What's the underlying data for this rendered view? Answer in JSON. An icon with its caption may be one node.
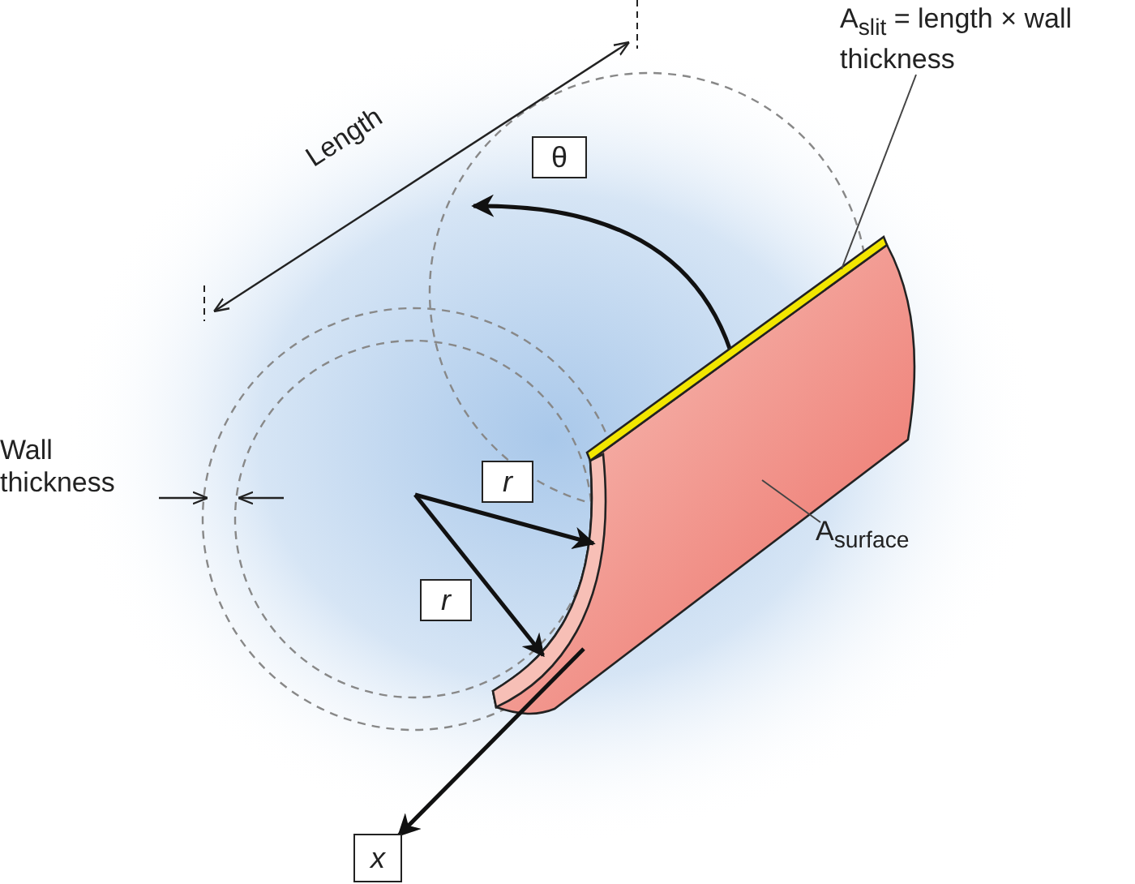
{
  "diagram": {
    "nodes": [
      {
        "text": [
          "A$_{slit}$ = length × wall thickness"
        ]
      },
      {
        "text": [
          "θ"
        ]
      },
      {
        "text": [
          "r"
        ]
      },
      {
        "text": [
          "A$_{surface}$"
        ]
      },
      {
        "text": [
          "r"
        ]
      },
      {
        "text": [
          "x"
        ]
      },
      {
        "text": [],
        "shape": "bar"
      },
      {
        "text": [],
        "shape": "picture"
      }
    ],
    "edges": [
      {
        "from": 0,
        "to": 6,
        "arrow": "none"
      },
      {
        "from": 3,
        "to": 7,
        "arrow": "none"
      },
      {
        "from": null,
        "to": 7,
        "arrow": "to"
      },
      {
        "from": null,
        "to": 7,
        "arrow": "to"
      },
      {
        "from": 7,
        "to": 5,
        "arrow": "to"
      }
    ],
    "labels": [
      "Length",
      "Wall thickness"
    ]
  }
}
